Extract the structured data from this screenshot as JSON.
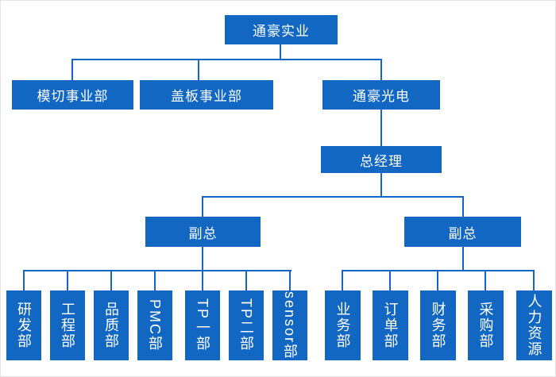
{
  "diagram": {
    "type": "org-chart",
    "nodes": {
      "root": {
        "label": "通豪实业"
      },
      "diecut": {
        "label": "模切事业部"
      },
      "cover": {
        "label": "盖板事业部"
      },
      "opto": {
        "label": "通豪光电"
      },
      "gm": {
        "label": "总经理"
      },
      "vp_left": {
        "label": "副总"
      },
      "vp_right": {
        "label": "副总"
      },
      "rd": {
        "label": "研发部"
      },
      "engineering": {
        "label": "工程部"
      },
      "quality": {
        "label": "品质部"
      },
      "pmc": {
        "label": "PMC部"
      },
      "tp1": {
        "label": "TP一部"
      },
      "tp2": {
        "label": "TP二部"
      },
      "sensor": {
        "label": "sensor部"
      },
      "business": {
        "label": "业务部"
      },
      "orders": {
        "label": "订单部"
      },
      "finance": {
        "label": "财务部"
      },
      "purchasing": {
        "label": "采购部"
      },
      "hr": {
        "label": "人力资源"
      }
    },
    "tree": {
      "label": "通豪实业",
      "children": [
        {
          "label": "模切事业部"
        },
        {
          "label": "盖板事业部"
        },
        {
          "label": "通豪光电",
          "children": [
            {
              "label": "总经理",
              "children": [
                {
                  "label": "副总",
                  "children": [
                    {
                      "label": "研发部"
                    },
                    {
                      "label": "工程部"
                    },
                    {
                      "label": "品质部"
                    },
                    {
                      "label": "PMC部"
                    },
                    {
                      "label": "TP一部"
                    },
                    {
                      "label": "TP二部"
                    },
                    {
                      "label": "sensor部"
                    }
                  ]
                },
                {
                  "label": "副总",
                  "children": [
                    {
                      "label": "业务部"
                    },
                    {
                      "label": "订单部"
                    },
                    {
                      "label": "财务部"
                    },
                    {
                      "label": "采购部"
                    },
                    {
                      "label": "人力资源"
                    }
                  ]
                }
              ]
            }
          ]
        }
      ]
    },
    "colors": {
      "box_blue": "#1267c2",
      "line_blue": "#1267c2",
      "text": "#ffffff",
      "background": "#ffffff",
      "page_border": "#e3e3e3"
    }
  }
}
